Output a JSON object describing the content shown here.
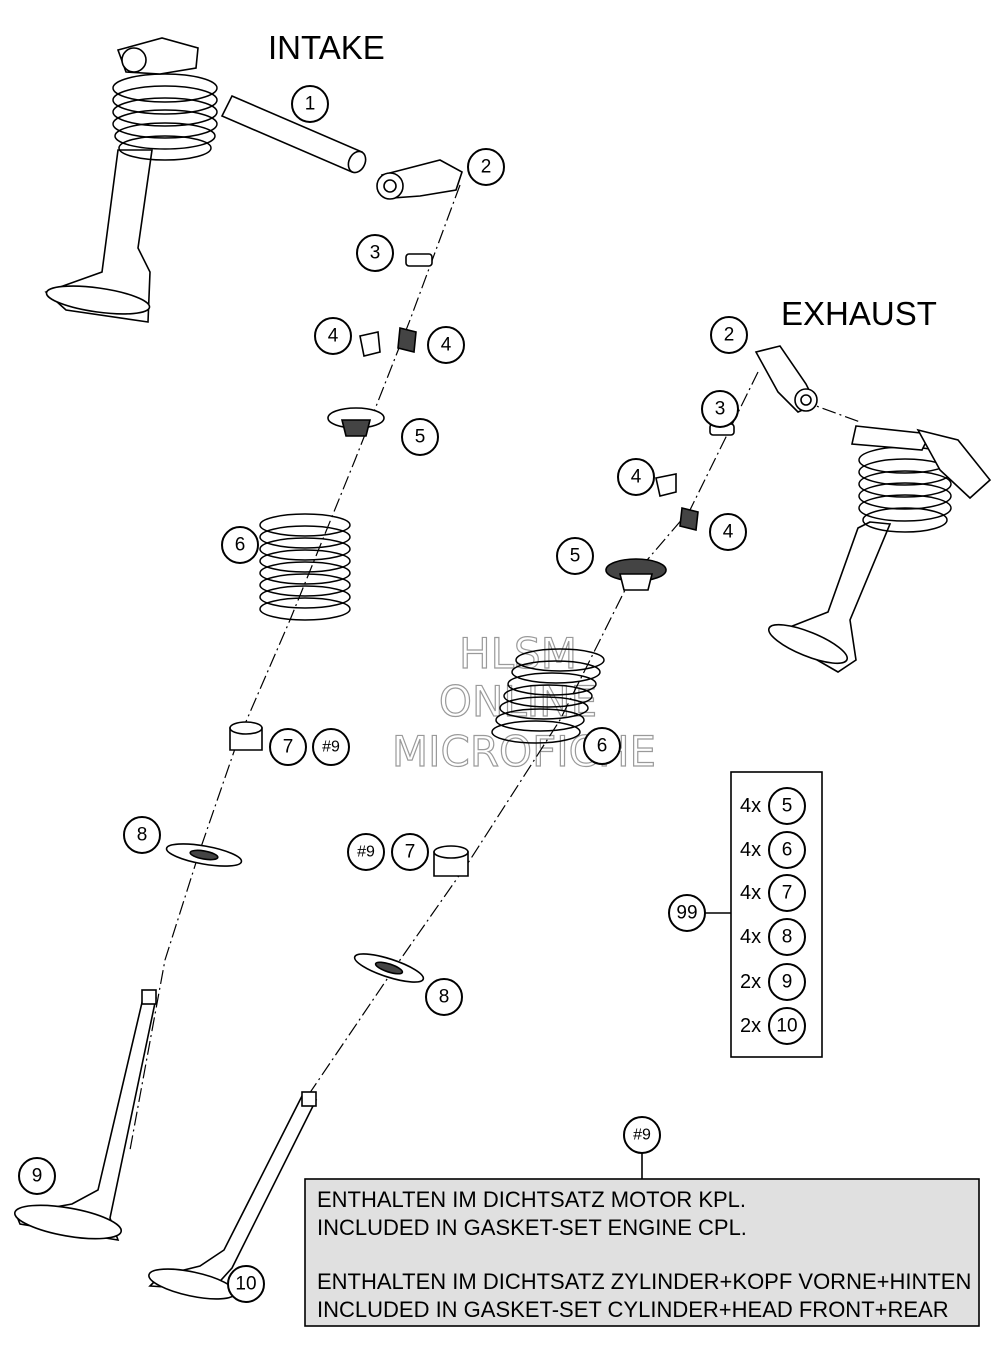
{
  "headings": {
    "intake": "INTAKE",
    "exhaust": "EXHAUST"
  },
  "intake_callouts": {
    "c1": "1",
    "c2": "2",
    "c3": "3",
    "c4a": "4",
    "c4b": "4",
    "c5": "5",
    "c6": "6",
    "c7": "7",
    "c7ref": "#9",
    "c8": "8",
    "c9": "9",
    "c10": "10"
  },
  "exhaust_callouts": {
    "c2": "2",
    "c3": "3",
    "c4a": "4",
    "c4b": "4",
    "c5": "5",
    "c6": "6",
    "c7": "7",
    "c7ref": "#9",
    "c8": "8"
  },
  "kit": {
    "label": "99",
    "items": [
      {
        "qty": "4x",
        "part": "5"
      },
      {
        "qty": "4x",
        "part": "6"
      },
      {
        "qty": "4x",
        "part": "7"
      },
      {
        "qty": "4x",
        "part": "8"
      },
      {
        "qty": "2x",
        "part": "9"
      },
      {
        "qty": "2x",
        "part": "10"
      }
    ]
  },
  "note": {
    "ref": "#9",
    "lines": [
      "ENTHALTEN IM DICHTSATZ MOTOR KPL.",
      "INCLUDED IN GASKET-SET ENGINE CPL.",
      "ENTHALTEN IM DICHTSATZ ZYLINDER+KOPF VORNE+HINTEN",
      "INCLUDED IN GASKET-SET CYLINDER+HEAD FRONT+REAR"
    ]
  },
  "watermark": [
    "HLSM",
    "ONLINE",
    "MICROFICHE"
  ]
}
